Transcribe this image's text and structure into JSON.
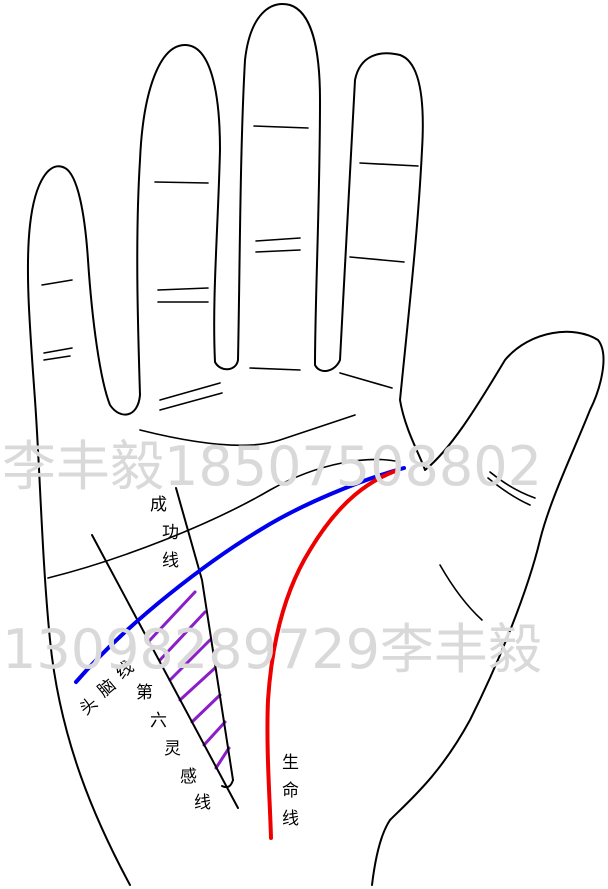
{
  "labels": {
    "success_line": [
      "成",
      "功",
      "线"
    ],
    "head_line": [
      "头",
      "脑",
      "线"
    ],
    "sixth_sense_line": [
      "第",
      "六",
      "灵",
      "感",
      "线"
    ],
    "life_line": [
      "生",
      "命",
      "线"
    ]
  },
  "watermarks": {
    "line1": "李丰毅18507508802",
    "line2": "13098289729李丰毅"
  },
  "colors": {
    "outline": "#000000",
    "head_line": "#0000ee",
    "life_line": "#ee0000",
    "sixth_sense_hatch": "#8a1ec8",
    "watermark": "#d9d9d9"
  }
}
